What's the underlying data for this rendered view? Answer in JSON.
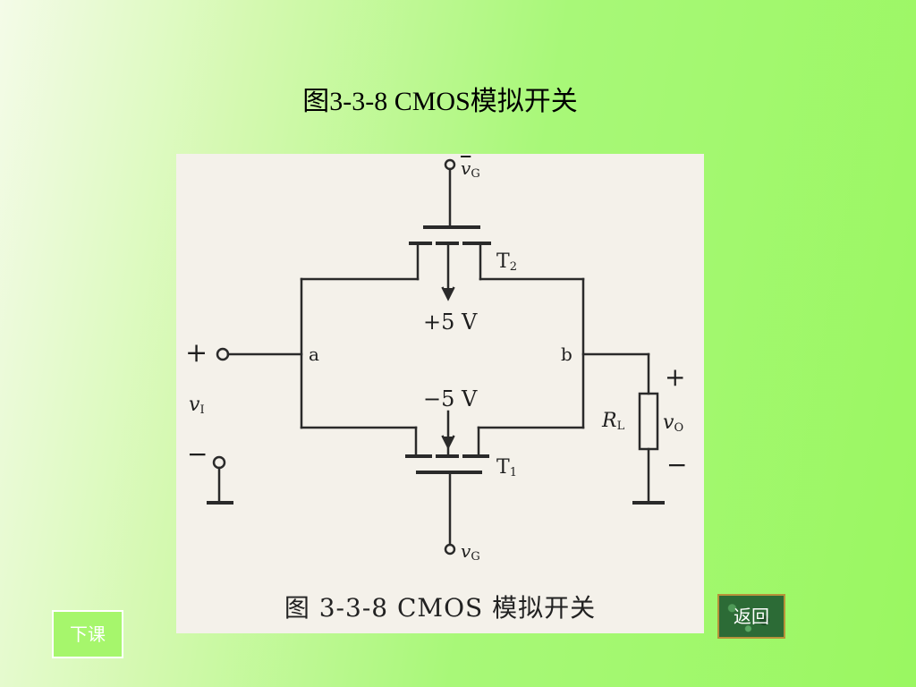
{
  "slide": {
    "title": "图3-3-8 CMOS模拟开关"
  },
  "figure": {
    "labels": {
      "vg_bar": "v",
      "vg_bar_sub": "G",
      "t2": "T",
      "t2_sub": "2",
      "plus5v": "+5 V",
      "minus5v": "−5 V",
      "node_a": "a",
      "node_b": "b",
      "input_plus": "+",
      "vi": "v",
      "vi_sub": "I",
      "input_minus": "−",
      "t1": "T",
      "t1_sub": "1",
      "vg": "v",
      "vg_sub": "G",
      "rl": "R",
      "rl_sub": "L",
      "vo": "v",
      "vo_sub": "O",
      "out_plus": "+",
      "out_minus": "−"
    },
    "caption": "图 3-3-8   CMOS 模拟开关"
  },
  "nav": {
    "back_label": "返回",
    "next_label": "下课"
  }
}
